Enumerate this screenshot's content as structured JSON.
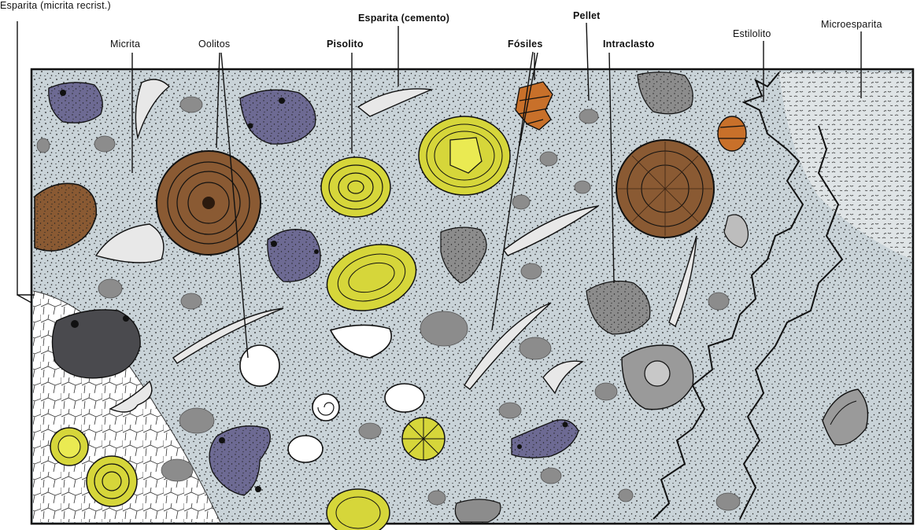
{
  "diagram": {
    "labels": {
      "esparita_recrist": "Esparita (micrita recrist.)",
      "micrita": "Micrita",
      "oolitos": "Oolitos",
      "esparita_cemento": "Esparita (cemento)",
      "pisolito": "Pisolito",
      "fosiles": "Fósiles",
      "pellet": "Pellet",
      "intraclasto": "Intraclasto",
      "estilolito": "Estilolito",
      "microesparita": "Microesparita"
    },
    "colors": {
      "matrix": "#c9d3d8",
      "speckle": "#222222",
      "ooid_brown": "#8a5a33",
      "ooid_yellow": "#d6d63a",
      "intraclast_purple": "#6d6a93",
      "intraclast_dark": "#4a4a4e",
      "pellet_grey": "#8c8c8c",
      "fossil_orange": "#c8702a",
      "cement_white": "#ffffff"
    }
  }
}
